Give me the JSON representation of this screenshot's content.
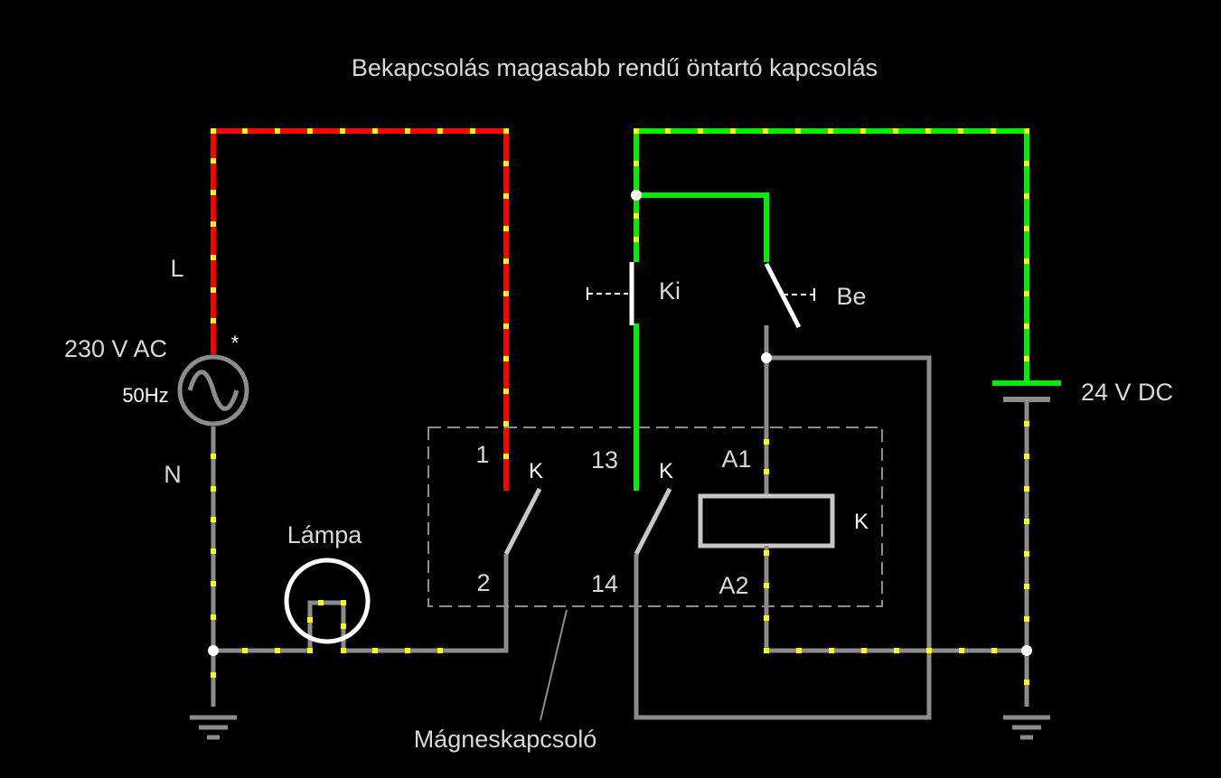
{
  "title": "Bekapcsolás magasabb rendű öntartó kapcsolás",
  "colors": {
    "background": "#000000",
    "phase_wire": "#ff0000",
    "dc_live_wire": "#00ee00",
    "neutral_wire": "#8c8c8c",
    "current_flow_dots": "#ffff00",
    "component_outline": "#ffffff",
    "dashed_box": "#8c8c8c"
  },
  "labels": {
    "phase": "L",
    "neutral": "N",
    "ac_source": "230 V AC",
    "ac_freq": "50Hz",
    "ac_marker": "*",
    "lamp": "Lámpa",
    "dc_source": "24 V DC",
    "stop_button": "Ki",
    "start_button": "Be",
    "contactor": "Mágneskapcsoló",
    "contact_main_top": "1",
    "contact_main_bottom": "2",
    "contact_aux_top": "13",
    "contact_aux_bottom": "14",
    "coil_top": "A1",
    "coil_bottom": "A2",
    "contact_main_tag": "K",
    "contact_aux_tag": "K",
    "coil_tag": "K"
  }
}
